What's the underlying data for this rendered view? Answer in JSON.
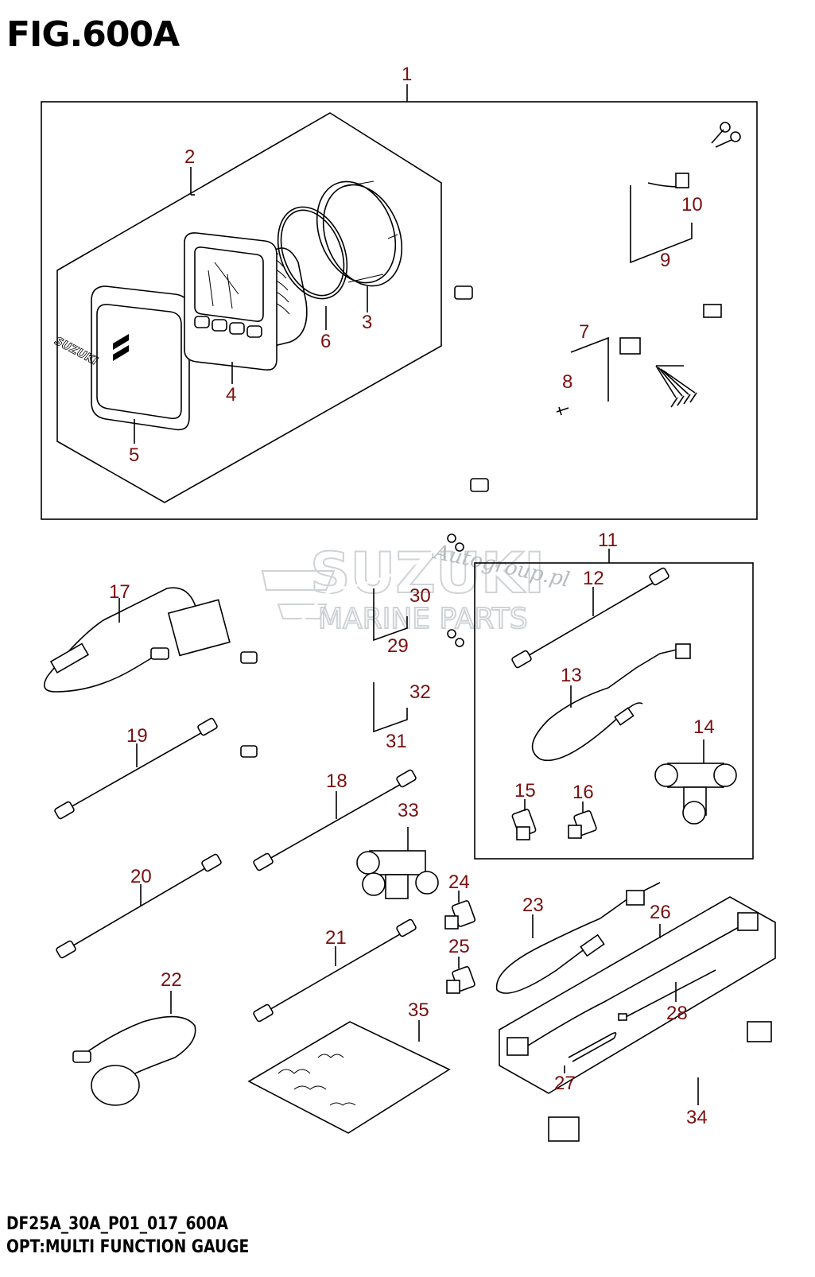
{
  "figure": {
    "title": "FIG.600A"
  },
  "footer": {
    "code": "DF25A_30A_P01_017_600A",
    "description": "OPT:MULTI FUNCTION GAUGE"
  },
  "watermark": {
    "brand": "SUZUKI",
    "sub": "MARINE PARTS",
    "script": "Autogroup.pl"
  },
  "colors": {
    "callout": "#7a1010",
    "line": "#000000",
    "watermark": "#cfd3d6"
  },
  "callouts": [
    "1",
    "2",
    "3",
    "4",
    "5",
    "6",
    "7",
    "8",
    "9",
    "10",
    "11",
    "12",
    "13",
    "14",
    "15",
    "16",
    "17",
    "18",
    "19",
    "20",
    "21",
    "22",
    "23",
    "24",
    "25",
    "26",
    "27",
    "28",
    "29",
    "30",
    "31",
    "32",
    "33",
    "34",
    "35"
  ],
  "gauge_logo": "SUZUKI"
}
